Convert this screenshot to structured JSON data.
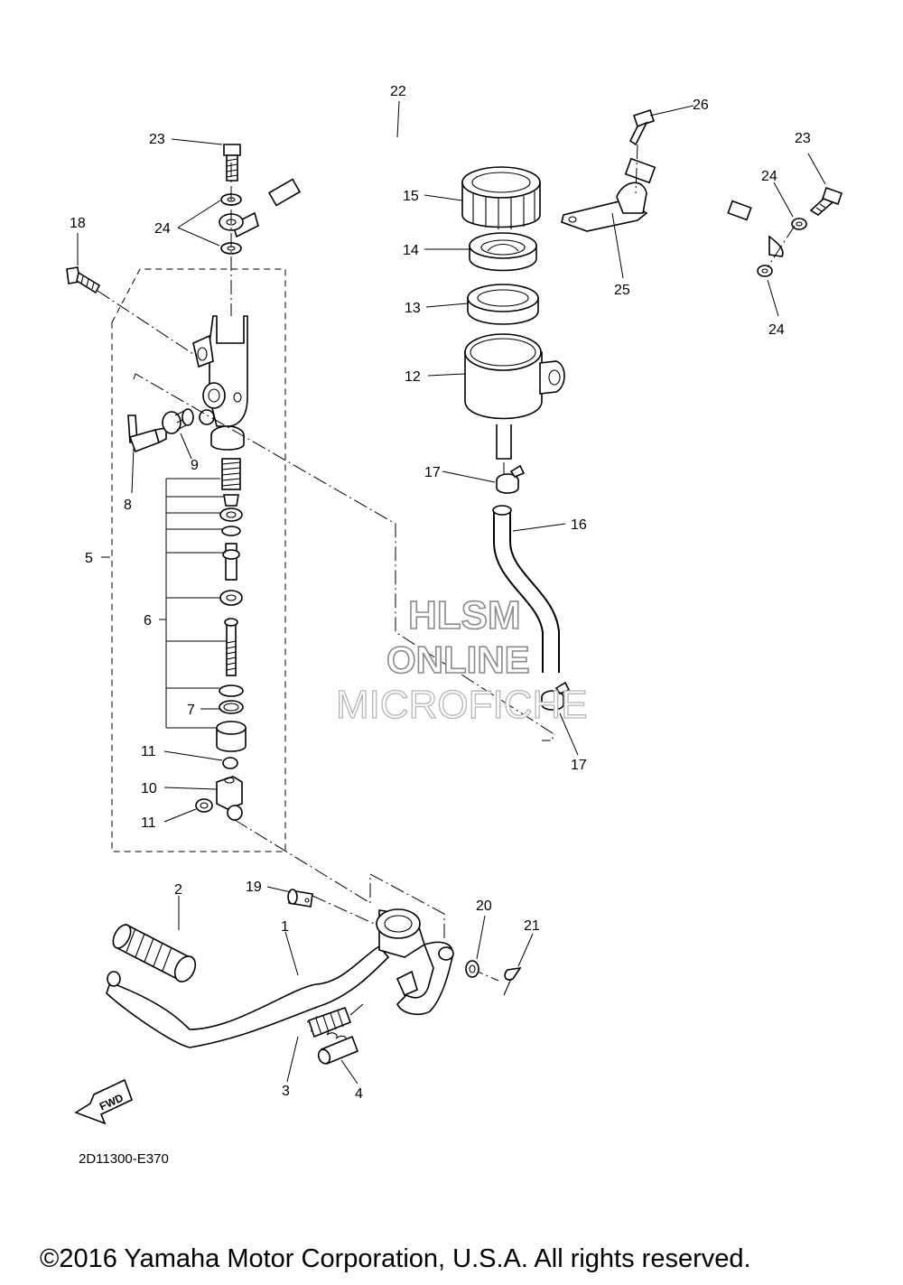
{
  "diagram": {
    "part_numbers": [
      "1",
      "2",
      "3",
      "4",
      "5",
      "6",
      "7",
      "8",
      "9",
      "10",
      "11",
      "11",
      "12",
      "13",
      "14",
      "15",
      "16",
      "17",
      "17",
      "18",
      "19",
      "20",
      "21",
      "22",
      "23",
      "23",
      "24",
      "24",
      "24",
      "25",
      "26"
    ],
    "fwd_label": "FWD",
    "diagram_code": "2D11300-E370",
    "watermark": {
      "line1": "HLSM",
      "line2": "ONLINE",
      "line3": "MICROFICHE"
    },
    "copyright": "©2016 Yamaha Motor Corporation, U.S.A. All rights reserved."
  }
}
